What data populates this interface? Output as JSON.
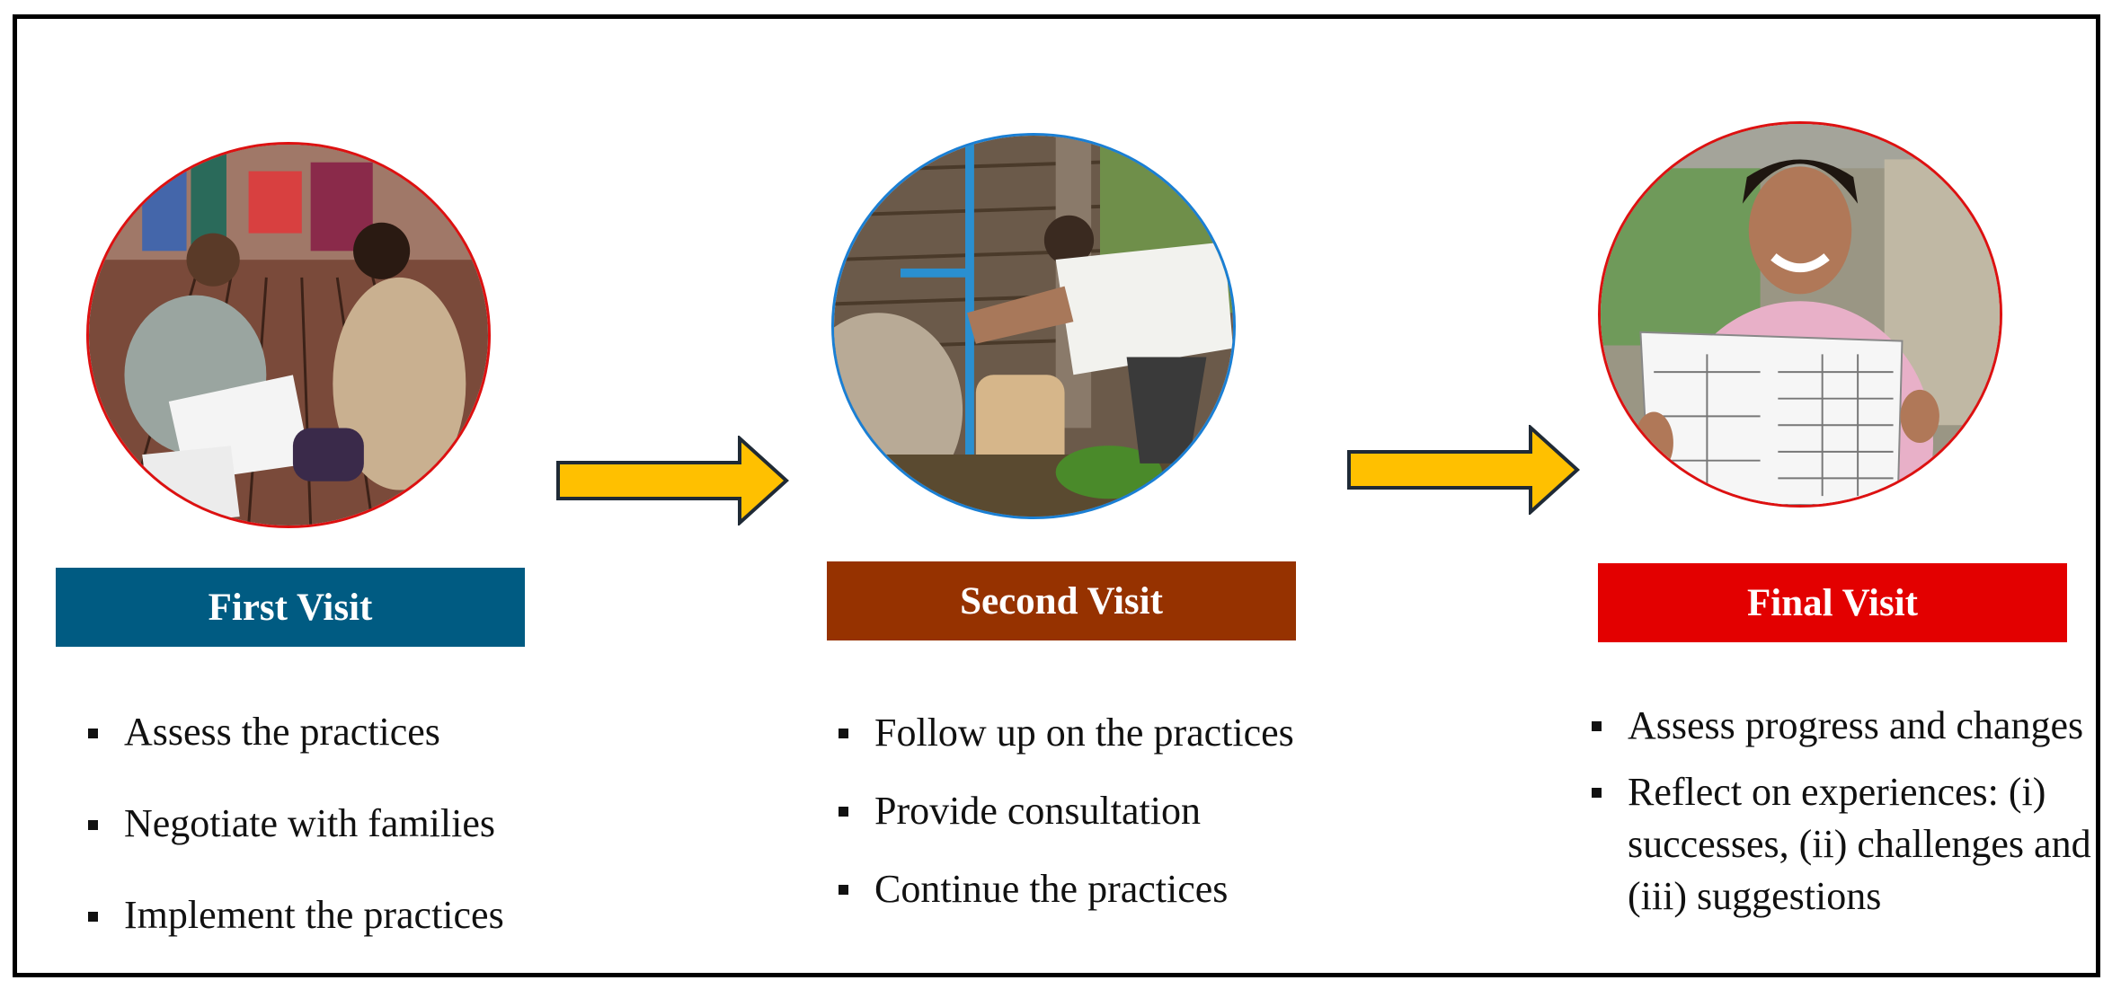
{
  "visits": [
    {
      "label": "First Visit",
      "color": "#005b82",
      "photo_icon": "household-interview-photo",
      "bullets": [
        "Assess the practices",
        "Negotiate with families",
        "Implement the practices"
      ]
    },
    {
      "label": "Second Visit",
      "color": "#963200",
      "photo_icon": "handwashing-station-photo",
      "bullets": [
        "Follow up on the practices",
        "Provide consultation",
        "Continue the practices"
      ]
    },
    {
      "label": "Final Visit",
      "color": "#e30000",
      "photo_icon": "woman-with-checklist-photo",
      "bullets": [
        "Assess progress and changes",
        "Reflect on experiences: (i) successes, (ii) challenges and (iii) suggestions"
      ]
    }
  ],
  "arrow_color": "#ffc000"
}
